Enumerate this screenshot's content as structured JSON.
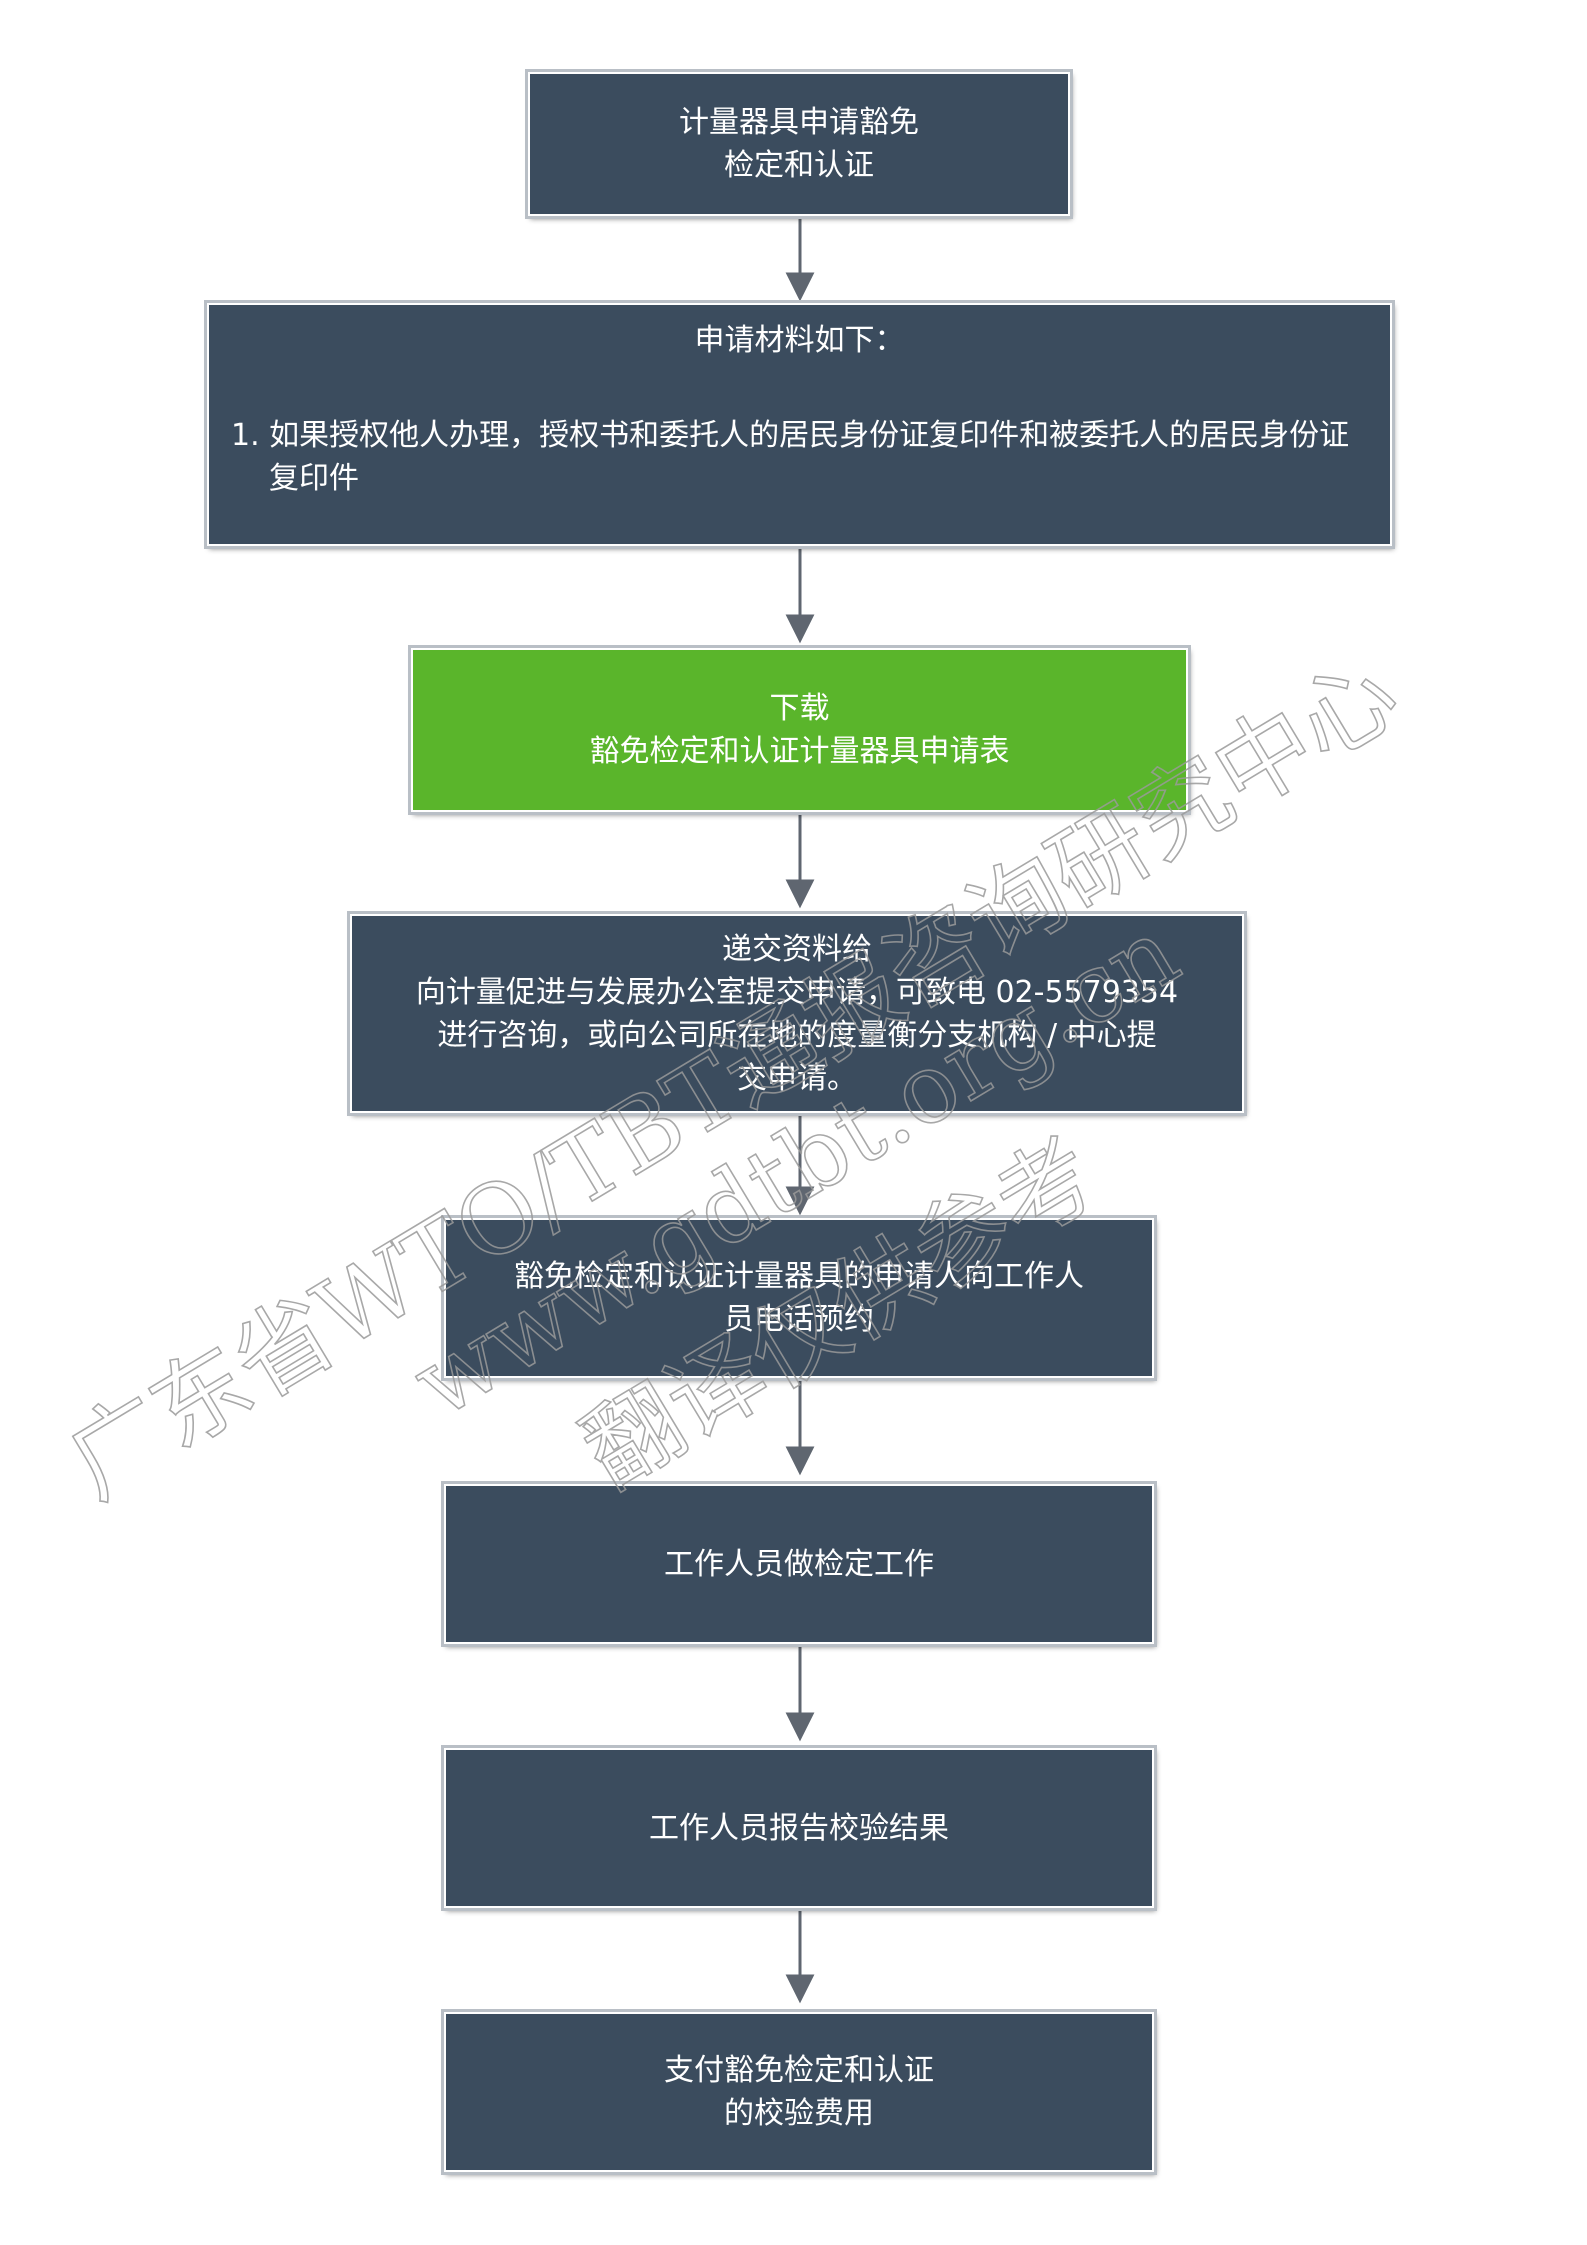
{
  "steps": [
    {
      "lines": [
        "计量器具申请豁免",
        "检定和认证"
      ]
    },
    {
      "title": "申请材料如下：",
      "items": [
        "1. 如果授权他人办理，授权书和委托人的居民身份证复印件和被委托人的居民身份证复印件"
      ]
    },
    {
      "lines": [
        "下载",
        "豁免检定和认证计量器具申请表"
      ]
    },
    {
      "lines": [
        "递交资料给",
        "向计量促进与发展办公室提交申请，可致电 02-5579354",
        "进行咨询，或向公司所在地的度量衡分支机构 / 中心提",
        "交申请。"
      ]
    },
    {
      "lines": [
        "豁免检定和认证计量器具的申请人向工作人",
        "员电话预约"
      ]
    },
    {
      "lines": [
        "工作人员做检定工作"
      ]
    },
    {
      "lines": [
        "工作人员报告校验结果"
      ]
    },
    {
      "lines": [
        "支付豁免检定和认证",
        "的校验费用"
      ]
    }
  ],
  "watermark": {
    "line1": "广东省WTO/TBT通报咨询研究中心",
    "line2": "www.gdtbt.org.cn",
    "line3": "翻译仅供参考"
  },
  "colors": {
    "box": "#3b4c5e",
    "highlight": "#5ab52b",
    "arrow": "#5f6670"
  }
}
